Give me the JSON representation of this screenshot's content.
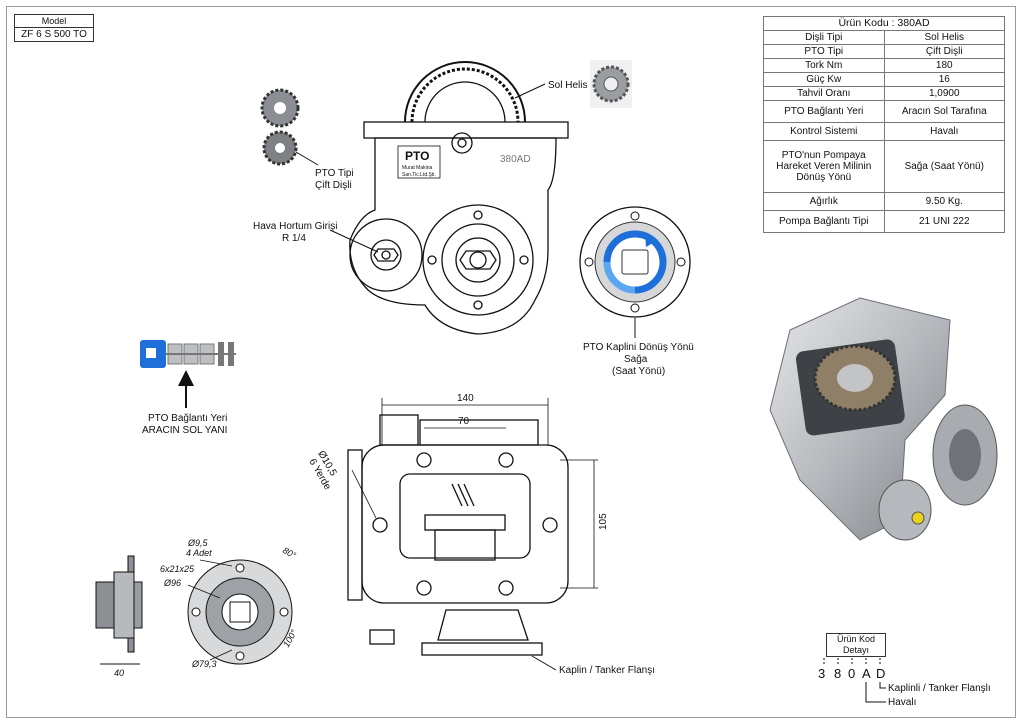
{
  "model": {
    "label": "Model",
    "value": "ZF 6 S 500 TO"
  },
  "spec": {
    "title": "Ürün Kodu : 380AD",
    "rows": [
      {
        "k": "Dişli Tipi",
        "v": "Sol Helis"
      },
      {
        "k": "PTO Tipi",
        "v": "Çift Dişli"
      },
      {
        "k": "Tork Nm",
        "v": "180"
      },
      {
        "k": "Güç Kw",
        "v": "16"
      },
      {
        "k": "Tahvil Oranı",
        "v": "1,0900"
      },
      {
        "k": "PTO Bağlantı Yeri",
        "v": "Aracın Sol Tarafına"
      },
      {
        "k": "Kontrol Sistemi",
        "v": "Havalı"
      },
      {
        "k": "PTO'nun Pompaya Hareket Veren Milinin Dönüş Yönü",
        "v": "Sağa (Saat Yönü)"
      },
      {
        "k": "Ağırlık",
        "v": "9.50 Kg."
      },
      {
        "k": "Pompa Bağlantı Tipi",
        "v": "21 UNI 222"
      }
    ]
  },
  "labels": {
    "sol_helis": "Sol Helis",
    "pto_tipi_1": "PTO Tipi",
    "pto_tipi_2": "Çift Dişli",
    "hava_1": "Hava Hortum Girişi",
    "hava_2": "R 1/4",
    "kaplin_dir_1": "PTO Kaplini Dönüş Yönü",
    "kaplin_dir_2": "Sağa",
    "kaplin_dir_3": "(Saat Yönü)",
    "baglanti_1": "PTO Bağlantı Yeri",
    "baglanti_2": "ARACIN SOL YANI",
    "kaplin_flansi": "Kaplin / Tanker Flanşı",
    "body_mark": "380AD",
    "brand_1": "PTO",
    "brand_2": "Murat Makina",
    "brand_3": "San.Tic.Ltd.Şti."
  },
  "dims": {
    "d140": "140",
    "d70": "70",
    "d105": "105",
    "hole_1": "Ø10,5",
    "hole_2": "6 Yerde",
    "d95": "Ø9,5",
    "adet": "4 Adet",
    "ang80": "80°",
    "spline": "6x21x25",
    "d96": "Ø96",
    "ang100": "100°",
    "d793": "Ø79,3",
    "d40": "40"
  },
  "code": {
    "title_1": "Ürün Kod",
    "title_2": "Detayı",
    "chars": [
      "3",
      "8",
      "0",
      "A",
      "D"
    ],
    "d_label": "Kaplinli / Tanker Flanşlı",
    "a_label": "Havalı"
  },
  "colors": {
    "accent_blue": "#1e6fd9",
    "line": "#111111",
    "metal": "#b9bcc0"
  }
}
